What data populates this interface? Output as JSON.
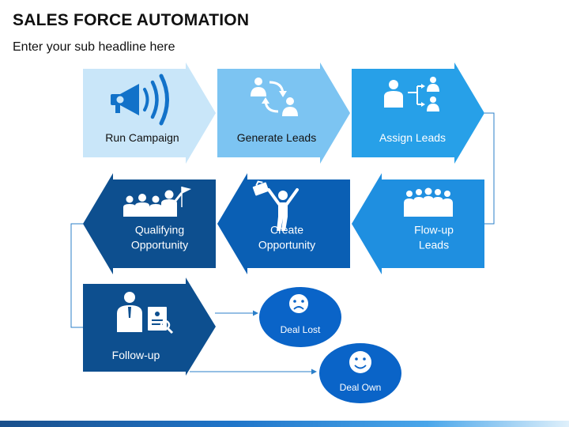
{
  "title": "SALES FORCE AUTOMATION",
  "subtitle": "Enter your sub headline here",
  "steps": [
    {
      "label": "Run Campaign",
      "icon": "megaphone-icon",
      "color": "#c9e6f9",
      "text_color": "#111111"
    },
    {
      "label": "Generate Leads",
      "icon": "people-exchange-icon",
      "color": "#7cc4f2",
      "text_color": "#111111"
    },
    {
      "label": "Assign Leads",
      "icon": "org-chart-icon",
      "color": "#27a0e8",
      "text_color": "#ffffff"
    },
    {
      "label": "Flow-up\nLeads",
      "icon": "team-icon",
      "color": "#1f8fe0",
      "text_color": "#ffffff"
    },
    {
      "label": "Create\nOpportunity",
      "icon": "celebrating-person-icon",
      "color": "#0a5fb4",
      "text_color": "#ffffff"
    },
    {
      "label": "Qualifying\nOpportunity",
      "icon": "team-flag-icon",
      "color": "#0d4f8f",
      "text_color": "#ffffff"
    },
    {
      "label": "Follow-up",
      "icon": "person-resume-icon",
      "color": "#0d4f8f",
      "text_color": "#ffffff"
    }
  ],
  "outcomes": [
    {
      "label": "Deal Lost",
      "icon": "sad-face-icon",
      "color": "#0a64c8"
    },
    {
      "label": "Deal Own",
      "icon": "happy-face-icon",
      "color": "#0a64c8"
    }
  ],
  "connector_color": "#2b7fc9"
}
